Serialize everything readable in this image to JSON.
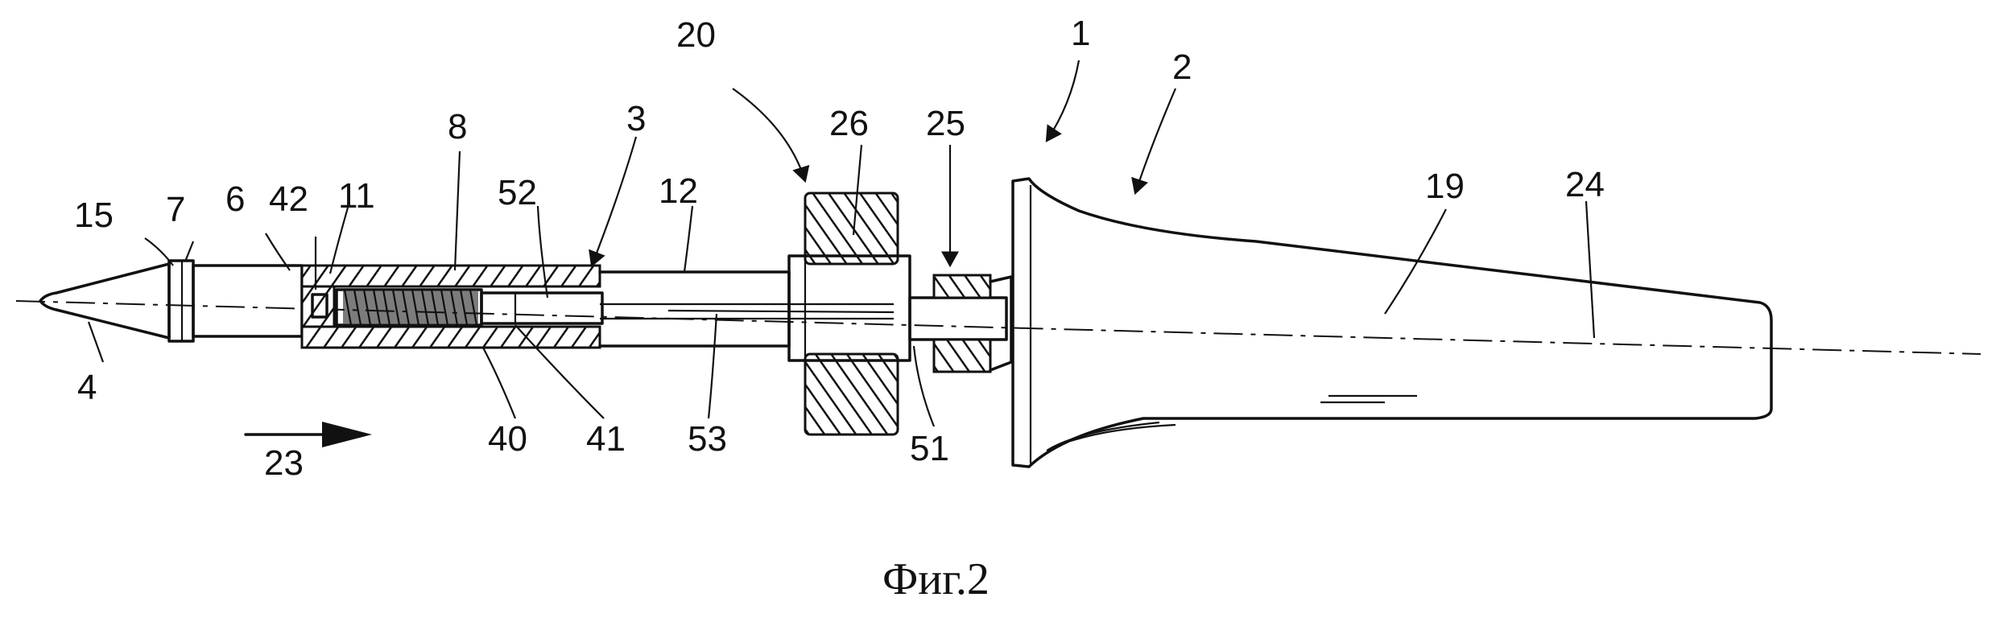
{
  "caption": "Фиг.2",
  "labels": {
    "l15": "15",
    "l7": "7",
    "l6": "6",
    "l42": "42",
    "l11": "11",
    "l8": "8",
    "l52": "52",
    "l3": "3",
    "l12": "12",
    "l20": "20",
    "l26": "26",
    "l25": "25",
    "l1": "1",
    "l2": "2",
    "l19": "19",
    "l24": "24",
    "l4": "4",
    "l23": "23",
    "l40": "40",
    "l41": "41",
    "l53": "53",
    "l51": "51"
  }
}
